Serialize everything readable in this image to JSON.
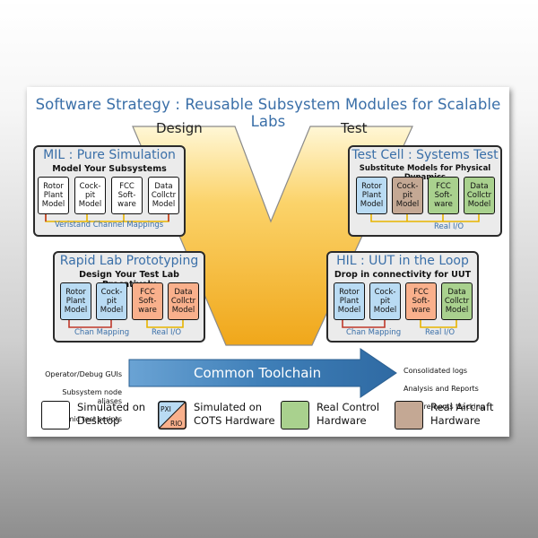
{
  "title": "Software Strategy : Reusable Subsystem Modules for Scalable Labs",
  "phases": {
    "design": "Design",
    "test": "Test"
  },
  "panels": {
    "mil": {
      "title": "MIL : Pure Simulation",
      "subtitle": "Model Your Subsystems",
      "modules": [
        {
          "label": "Rotor\nPlant\nModel",
          "kind": "white"
        },
        {
          "label": "Cock-\npit\nModel",
          "kind": "white"
        },
        {
          "label": "FCC\nSoft-\nware",
          "kind": "white"
        },
        {
          "label": "Data\nCollctr\nModel",
          "kind": "white"
        }
      ],
      "connection": "Veristand Channel Mappings"
    },
    "testcell": {
      "title": "Test Cell : Systems Test",
      "subtitle": "Substitute Models for Physical Dynamics",
      "modules": [
        {
          "label": "Rotor\nPlant\nModel",
          "kind": "blue"
        },
        {
          "label": "Cock-\npit\nModel",
          "kind": "brown"
        },
        {
          "label": "FCC\nSoft-\nware",
          "kind": "green"
        },
        {
          "label": "Data\nCollctr\nModel",
          "kind": "green"
        }
      ],
      "connection": "Real I/O"
    },
    "rapid": {
      "title": "Rapid Lab Prototyping",
      "subtitle": "Design Your Test Lab Procatively",
      "modules": [
        {
          "label": "Rotor\nPlant\nModel",
          "kind": "blue"
        },
        {
          "label": "Cock-\npit\nModel",
          "kind": "blue"
        },
        {
          "label": "FCC\nSoft-\nware",
          "kind": "orange"
        },
        {
          "label": "Data\nCollctr\nModel",
          "kind": "orange"
        }
      ],
      "connection_left": "Chan Mapping",
      "connection_right": "Real I/O"
    },
    "hil": {
      "title": "HIL : UUT in the Loop",
      "subtitle": "Drop in connectivity for UUT",
      "modules": [
        {
          "label": "Rotor\nPlant\nModel",
          "kind": "blue"
        },
        {
          "label": "Cock-\npit\nModel",
          "kind": "blue"
        },
        {
          "label": "FCC\nSoft-\nware",
          "kind": "orange"
        },
        {
          "label": "Data\nCollctr\nModel",
          "kind": "green"
        }
      ],
      "connection_left": "Chan Mapping",
      "connection_right": "Real I/O"
    }
  },
  "toolchain": {
    "label": "Common Toolchain",
    "left_notes": [
      "Operator/Debug GUIs",
      "Subsystem node aliases",
      "Dynamic test scripts"
    ],
    "right_notes": [
      "Consolidated logs",
      "Analysis and Reports",
      "Requirements tracking"
    ]
  },
  "legend": [
    {
      "label": "Simulated on\nDesktop",
      "kind": "white"
    },
    {
      "label": "Simulated on\nCOTS Hardware",
      "kind": "pxi",
      "tag_top": "PXI",
      "tag_bottom": "RIO"
    },
    {
      "label": "Real Control\nHardware",
      "kind": "green"
    },
    {
      "label": "Real Aircraft\nHardware",
      "kind": "brown"
    }
  ],
  "colors": {
    "title": "#3a6fa8",
    "v_gold": "#f7b622",
    "white": "#ffffff",
    "blue": "#b9dbf3",
    "orange": "#f9b08c",
    "green": "#a9d18e",
    "brown": "#c4a894",
    "arrow": "#3f7fb8",
    "wire_red": "#c0392b",
    "wire_yellow": "#e8b400"
  },
  "icons": [
    "chevron-v-icon",
    "toolchain-arrow-icon"
  ]
}
